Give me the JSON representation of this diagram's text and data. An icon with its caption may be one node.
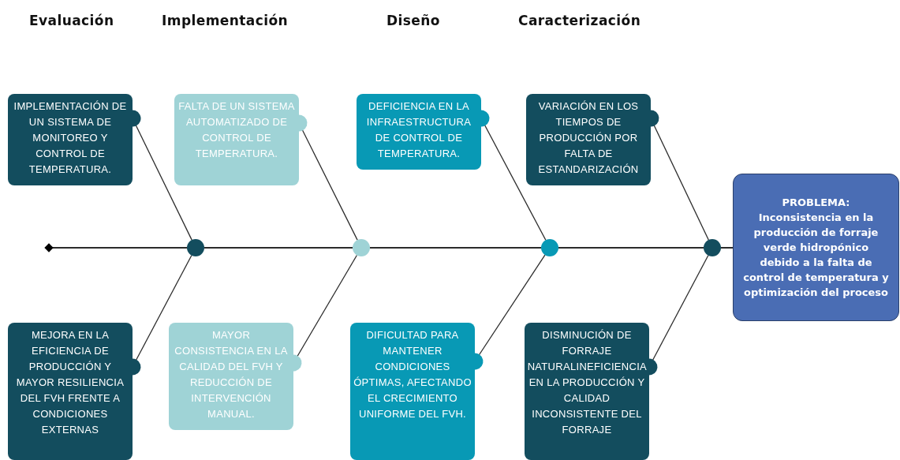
{
  "diagram": {
    "nodes": [
      {
        "text": [
          "IMPLEMENTACIÓN DE UN SISTEMA DE MONITOREO Y CONTROL DE TEMPERATURA."
        ]
      },
      {
        "text": [
          "FALTA DE UN SISTEMA AUTOMATIZADO DE CONTROL DE TEMPERATURA."
        ]
      },
      {
        "text": [
          "DEFICIENCIA EN LA INFRAESTRUCTURA DE CONTROL DE TEMPERATURA."
        ]
      },
      {
        "text": [
          "VARIACIÓN EN LOS TIEMPOS DE PRODUCCIÓN POR FALTA DE ESTANDARIZACIÓN"
        ]
      },
      {
        "text": [
          "PROBLEMA:",
          "Inconsistencia en la producción de forraje verde hidropónico debido a la falta de control de temperatura y optimización del proceso"
        ]
      },
      {
        "text": [],
        "shape": "dot"
      },
      {
        "text": [],
        "shape": "circle"
      },
      {
        "text": [],
        "shape": "circle"
      },
      {
        "text": [],
        "shape": "circle"
      },
      {
        "text": [],
        "shape": "circle"
      },
      {
        "text": [
          "MEJORA EN LA EFICIENCIA DE PRODUCCIÓN Y MAYOR RESILIENCIA DEL FVH FRENTE A CONDICIONES EXTERNAS"
        ]
      },
      {
        "text": [
          "MAYOR CONSISTENCIA EN LA CALIDAD DEL FVH Y REDUCCIÓN DE INTERVENCIÓN MANUAL."
        ]
      },
      {
        "text": [
          "DIFICULTAD PARA MANTENER CONDICIONES ÓPTIMAS, AFECTANDO EL CRECIMIENTO UNIFORME DEL FVH."
        ]
      },
      {
        "text": [
          "DISMINUCIÓN DE FORRAJE NATURALINEFICIENCIA EN LA PRODUCCIÓN Y CALIDAD INCONSISTENTE DEL FORRAJE"
        ]
      }
    ],
    "edges": [
      {
        "from": 0,
        "to": 6,
        "arrow": "other"
      },
      {
        "from": 1,
        "to": 7,
        "arrow": "other"
      },
      {
        "from": 2,
        "to": 8,
        "arrow": "other"
      },
      {
        "from": 3,
        "to": 9,
        "arrow": "other"
      },
      {
        "from": 10,
        "to": 6,
        "arrow": "other"
      },
      {
        "from": 11,
        "to": 7,
        "arrow": "other"
      },
      {
        "from": 12,
        "to": 8,
        "arrow": "other"
      },
      {
        "from": 13,
        "to": 9,
        "arrow": "other"
      },
      {
        "from": 5,
        "to": 6,
        "arrow": "none"
      },
      {
        "from": 6,
        "to": 7,
        "arrow": "none"
      },
      {
        "from": 7,
        "to": 8,
        "arrow": "none"
      },
      {
        "from": 8,
        "to": 9,
        "arrow": "none"
      },
      {
        "from": 9,
        "to": 4,
        "arrow": "none"
      }
    ],
    "labels": [
      "Evaluación",
      "Implementación",
      "Diseño",
      "Caracterización"
    ]
  }
}
